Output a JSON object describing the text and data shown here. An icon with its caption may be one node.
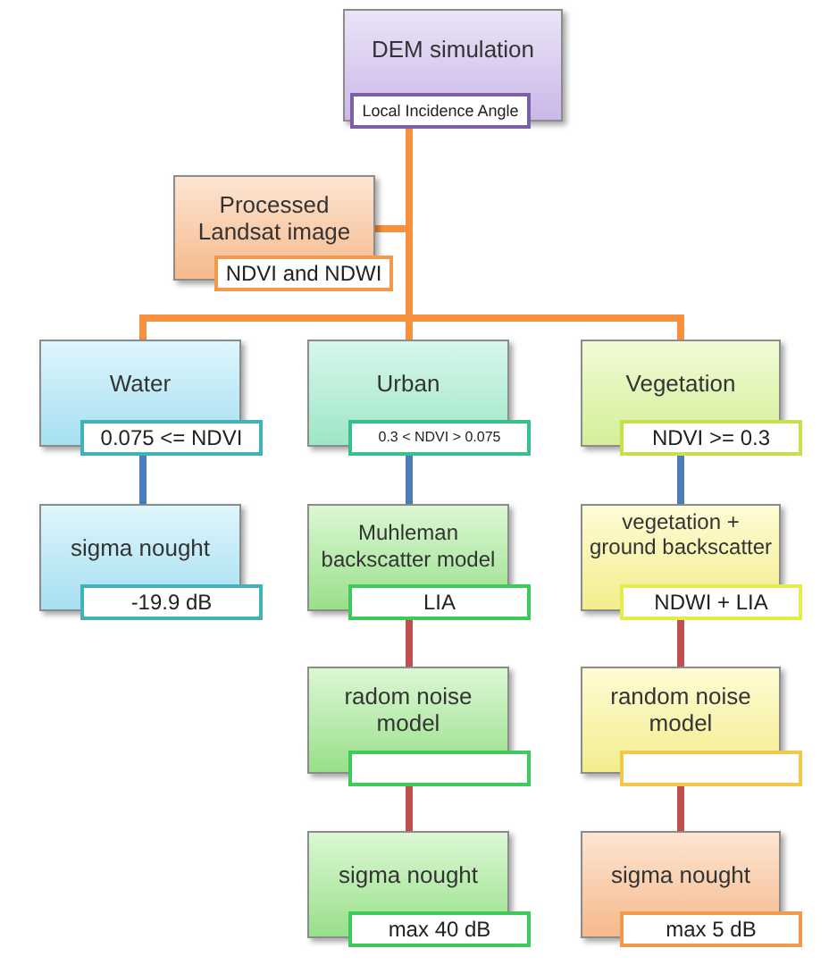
{
  "diagram": {
    "nodes": [
      {
        "text": [
          "DEM simulation",
          "Local Incidence Angle"
        ]
      },
      {
        "text": [
          "Processed Landsat image",
          "NDVI and NDWI"
        ]
      },
      {
        "text": [
          "Water",
          "0.075 <= NDVI"
        ]
      },
      {
        "text": [
          "Urban",
          "0.3 < NDVI > 0.075"
        ]
      },
      {
        "text": [
          "Vegetation",
          "NDVI >= 0.3"
        ]
      },
      {
        "text": [
          "sigma nought",
          "-19.9 dB"
        ]
      },
      {
        "text": [
          "Muhleman backscatter model",
          "LIA"
        ]
      },
      {
        "text": [
          "vegetation + ground backscatter",
          "NDWI + LIA"
        ]
      },
      {
        "text": [
          "radom noise model"
        ]
      },
      {
        "text": [
          "random noise model"
        ]
      },
      {
        "text": [
          "sigma nought",
          "max 40 dB"
        ]
      },
      {
        "text": [
          "sigma nought",
          "max 5 dB"
        ]
      }
    ],
    "edges": [
      {
        "from": 0,
        "to": 2,
        "arrow": "none"
      },
      {
        "from": 0,
        "to": 3,
        "arrow": "none"
      },
      {
        "from": 0,
        "to": 4,
        "arrow": "none"
      },
      {
        "from": 1,
        "to": 2,
        "arrow": "none"
      },
      {
        "from": 1,
        "to": 3,
        "arrow": "none"
      },
      {
        "from": 1,
        "to": 4,
        "arrow": "none"
      },
      {
        "from": 2,
        "to": 5,
        "arrow": "none",
        "color": "#4a7ebb"
      },
      {
        "from": 3,
        "to": 6,
        "arrow": "none",
        "color": "#4a7ebb"
      },
      {
        "from": 4,
        "to": 7,
        "arrow": "none",
        "color": "#4a7ebb"
      },
      {
        "from": 6,
        "to": 8,
        "arrow": "none",
        "color": "#c0504d"
      },
      {
        "from": 8,
        "to": 10,
        "arrow": "none",
        "color": "#c0504d"
      },
      {
        "from": 7,
        "to": 9,
        "arrow": "none",
        "color": "#c0504d"
      },
      {
        "from": 9,
        "to": 11,
        "arrow": "none",
        "color": "#c0504d"
      }
    ]
  }
}
